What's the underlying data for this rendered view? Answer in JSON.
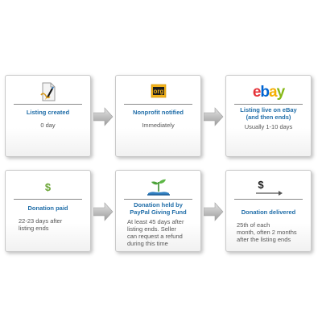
{
  "colors": {
    "title_blue": "#1f6da8",
    "body_gray": "#555555",
    "dollar_green": "#6aa534"
  },
  "steps": [
    {
      "icon": "document-pen-icon",
      "title_lines": [
        "Listing created"
      ],
      "body_lines": [
        "0 day"
      ]
    },
    {
      "icon": "org-badge-icon",
      "icon_text": "org",
      "title_lines": [
        "Nonprofit notified"
      ],
      "body_lines": [
        "Immediately"
      ]
    },
    {
      "icon": "ebay-logo",
      "logo_letters": [
        "e",
        "b",
        "a",
        "y"
      ],
      "logo_colors": [
        "#e53238",
        "#0064d2",
        "#f5af02",
        "#86b817"
      ],
      "title_lines": [
        "Listing live on eBay",
        "(and then ends)"
      ],
      "body_lines": [
        "Usually 1-10 days"
      ]
    },
    {
      "icon": "dollar-icon",
      "icon_text": "$",
      "title_lines": [
        "Donation paid"
      ],
      "body_lines": [
        "22-23 days after",
        "listing ends"
      ]
    },
    {
      "icon": "hand-plant-icon",
      "title_lines": [
        "Donation held by",
        "PayPal Giving Fund"
      ],
      "body_lines": [
        "At least 45 days after",
        "listing ends.  Seller",
        "can request a refund",
        "during this time"
      ]
    },
    {
      "icon": "dollar-arrow-icon",
      "icon_text": "$",
      "title_lines": [
        "Donation delivered"
      ],
      "body_lines": [
        "25th of each",
        "month, often 2 months",
        "after the listing ends"
      ]
    }
  ]
}
